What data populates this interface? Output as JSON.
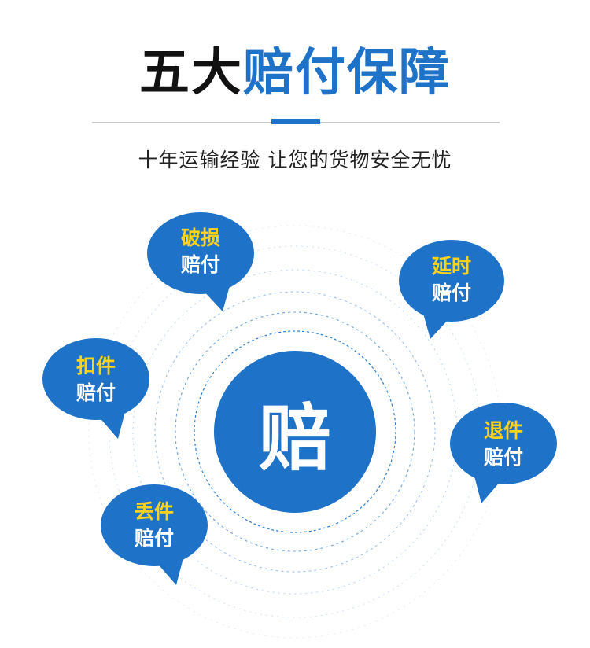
{
  "header": {
    "title_part1": "五大",
    "title_part2": "赔付保障",
    "subtitle": "十年运输经验 让您的货物安全无忧"
  },
  "center": {
    "label": "赔"
  },
  "bubbles": [
    {
      "line1": "破损",
      "line2": "赔付"
    },
    {
      "line1": "延时",
      "line2": "赔付"
    },
    {
      "line1": "扣件",
      "line2": "赔付"
    },
    {
      "line1": "退件",
      "line2": "赔付"
    },
    {
      "line1": "丢件",
      "line2": "赔付"
    }
  ],
  "colors": {
    "accent_blue": "#1e73c8",
    "highlight_yellow": "#ffd21e",
    "title_dark": "#111111",
    "divider_gray": "#c8c8c8"
  }
}
